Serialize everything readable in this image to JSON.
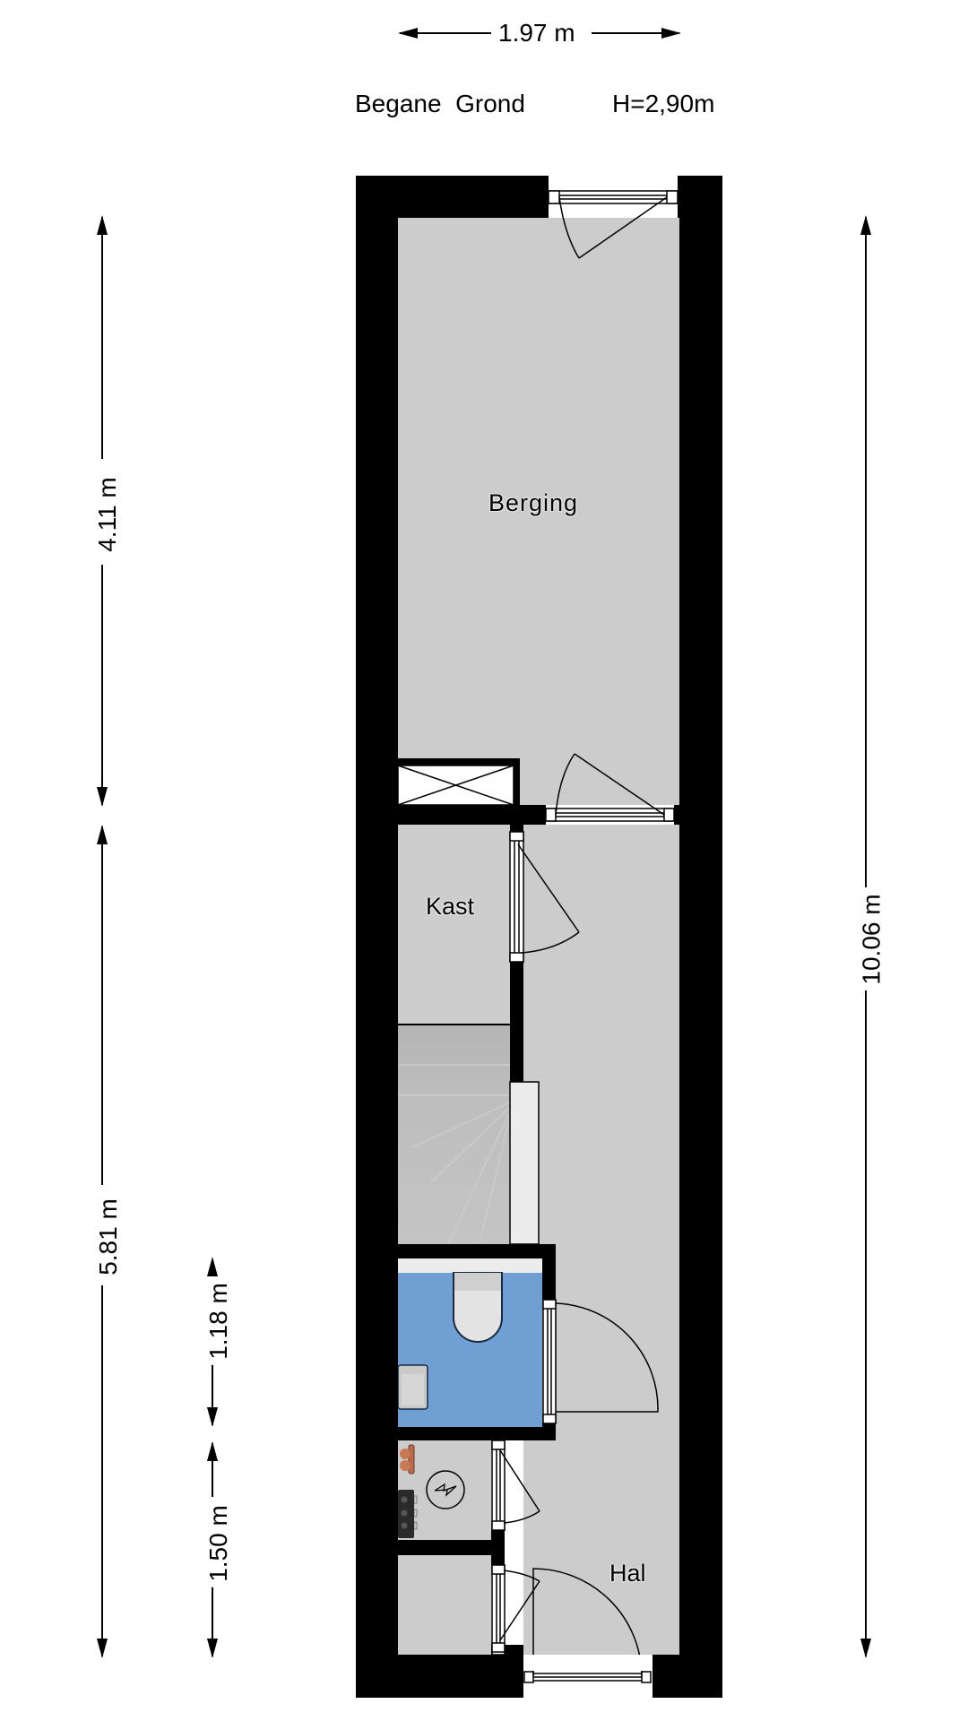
{
  "header": {
    "floor_name": "Begane  Grond",
    "ceiling_height": "H=2,90m"
  },
  "dimensions": {
    "width_top": "1.97 m",
    "left_upper": "4.11 m",
    "left_lower": "5.81 m",
    "toilet_height": "1.18 m",
    "closets_height": "1.50 m",
    "total_length": "10.06 m"
  },
  "rooms": [
    {
      "name": "Berging"
    },
    {
      "name": "Kast"
    },
    {
      "name": "Hal"
    }
  ],
  "fixtures": {
    "toilet_room_color": "#6f9fd3",
    "floor_color": "#cccccc",
    "wall_color": "#000000",
    "meter_icon": "lightning-bolt-icon",
    "shaft_icon": "crossed-box-icon"
  }
}
